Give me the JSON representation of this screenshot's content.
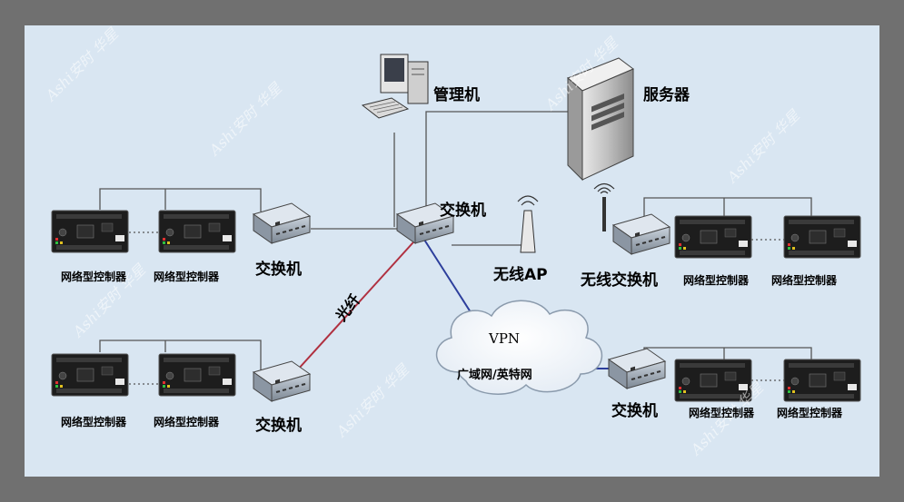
{
  "watermark": {
    "text": "Ashi安时  华星"
  },
  "devices": {
    "manager_pc": "管理机",
    "server": "服务器",
    "core_switch": "交换机",
    "wireless_ap": "无线AP",
    "wireless_switch": "无线交换机",
    "left_top_switch": "交换机",
    "left_bottom_switch": "交换机",
    "right_bottom_switch": "交换机"
  },
  "links": {
    "fiber_label": "光纤",
    "vpn_label": "VPN",
    "wan_label": "广域网/英特网"
  },
  "controllers": {
    "left_top": [
      "网络型控制器",
      "网络型控制器"
    ],
    "left_bottom": [
      "网络型控制器",
      "网络型控制器"
    ],
    "right_top": [
      "网络型控制器",
      "网络型控制器"
    ],
    "right_bottom": [
      "网络型控制器",
      "网络型控制器"
    ]
  },
  "colors": {
    "background": "#d9e6f2",
    "frame": "#707070",
    "wire": "#555555",
    "fiber": "#b03040",
    "vpn_link": "#2c3e9c",
    "board": "#1d1d1d",
    "switch_body": "#9aa6b4"
  }
}
